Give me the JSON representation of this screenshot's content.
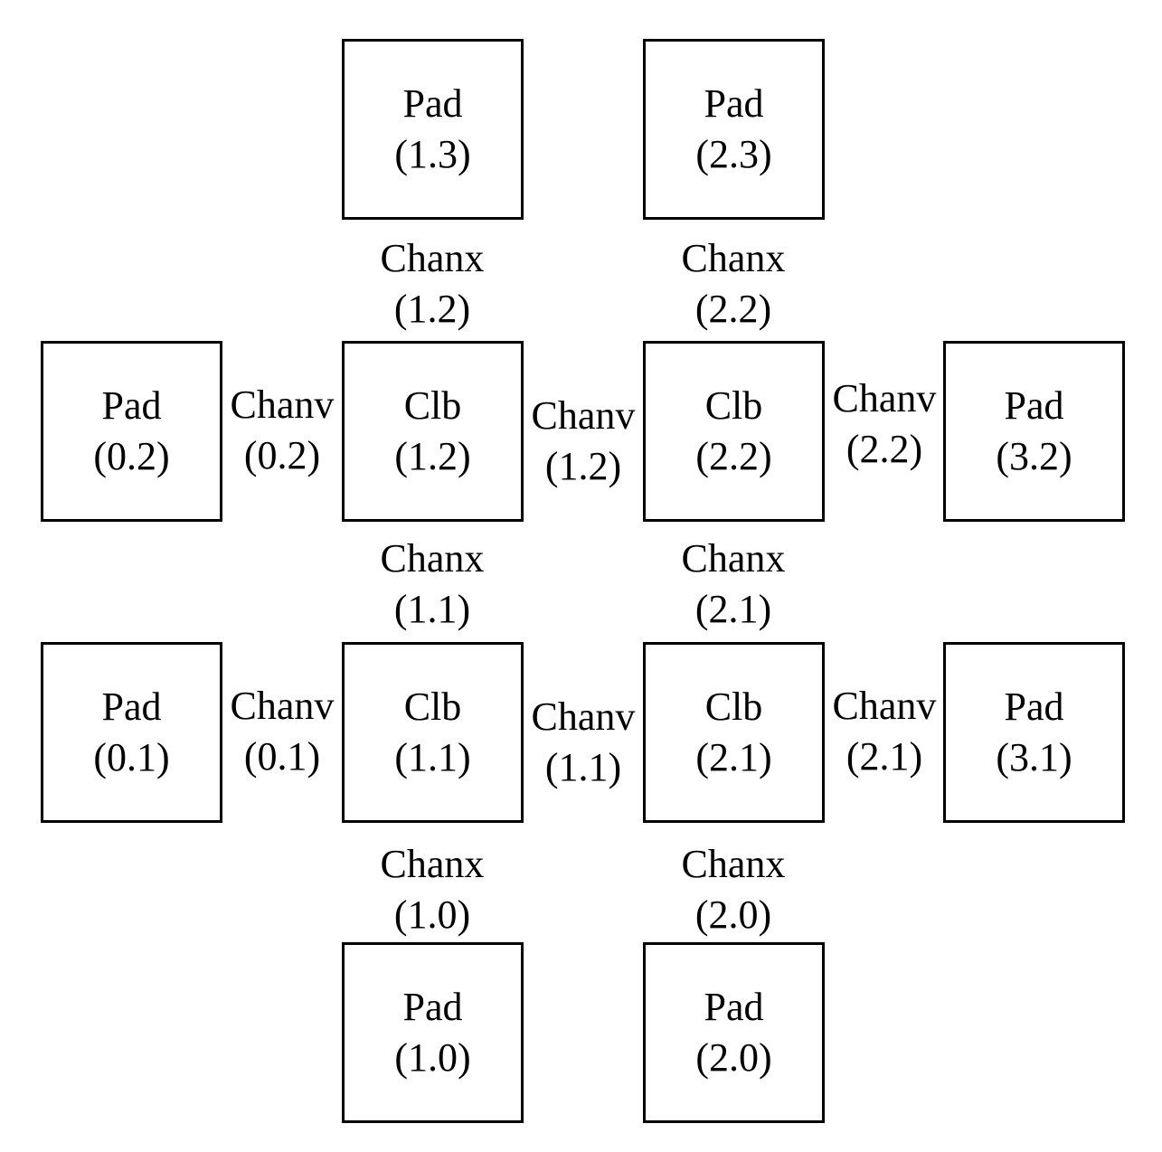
{
  "page": {
    "background_color": "#ffffff",
    "text_color": "#000000",
    "border_color": "#000000"
  },
  "blocks": [
    {
      "label": "Pad",
      "coord": "(1.3)"
    },
    {
      "label": "Pad",
      "coord": "(2.3)"
    },
    {
      "label": "Pad",
      "coord": "(0.2)"
    },
    {
      "label": "Clb",
      "coord": "(1.2)"
    },
    {
      "label": "Clb",
      "coord": "(2.2)"
    },
    {
      "label": "Pad",
      "coord": "(3.2)"
    },
    {
      "label": "Pad",
      "coord": "(0.1)"
    },
    {
      "label": "Clb",
      "coord": "(1.1)"
    },
    {
      "label": "Clb",
      "coord": "(2.1)"
    },
    {
      "label": "Pad",
      "coord": "(3.1)"
    },
    {
      "label": "Pad",
      "coord": "(1.0)"
    },
    {
      "label": "Pad",
      "coord": "(2.0)"
    }
  ],
  "channels": [
    {
      "label": "Chanx",
      "coord": "(1.2)"
    },
    {
      "label": "Chanx",
      "coord": "(2.2)"
    },
    {
      "label": "Chanv",
      "coord": "(0.2)"
    },
    {
      "label": "Chanv",
      "coord": "(1.2)"
    },
    {
      "label": "Chanv",
      "coord": "(2.2)"
    },
    {
      "label": "Chanx",
      "coord": "(1.1)"
    },
    {
      "label": "Chanx",
      "coord": "(2.1)"
    },
    {
      "label": "Chanv",
      "coord": "(0.1)"
    },
    {
      "label": "Chanv",
      "coord": "(1.1)"
    },
    {
      "label": "Chanv",
      "coord": "(2.1)"
    },
    {
      "label": "Chanx",
      "coord": "(1.0)"
    },
    {
      "label": "Chanx",
      "coord": "(2.0)"
    }
  ]
}
